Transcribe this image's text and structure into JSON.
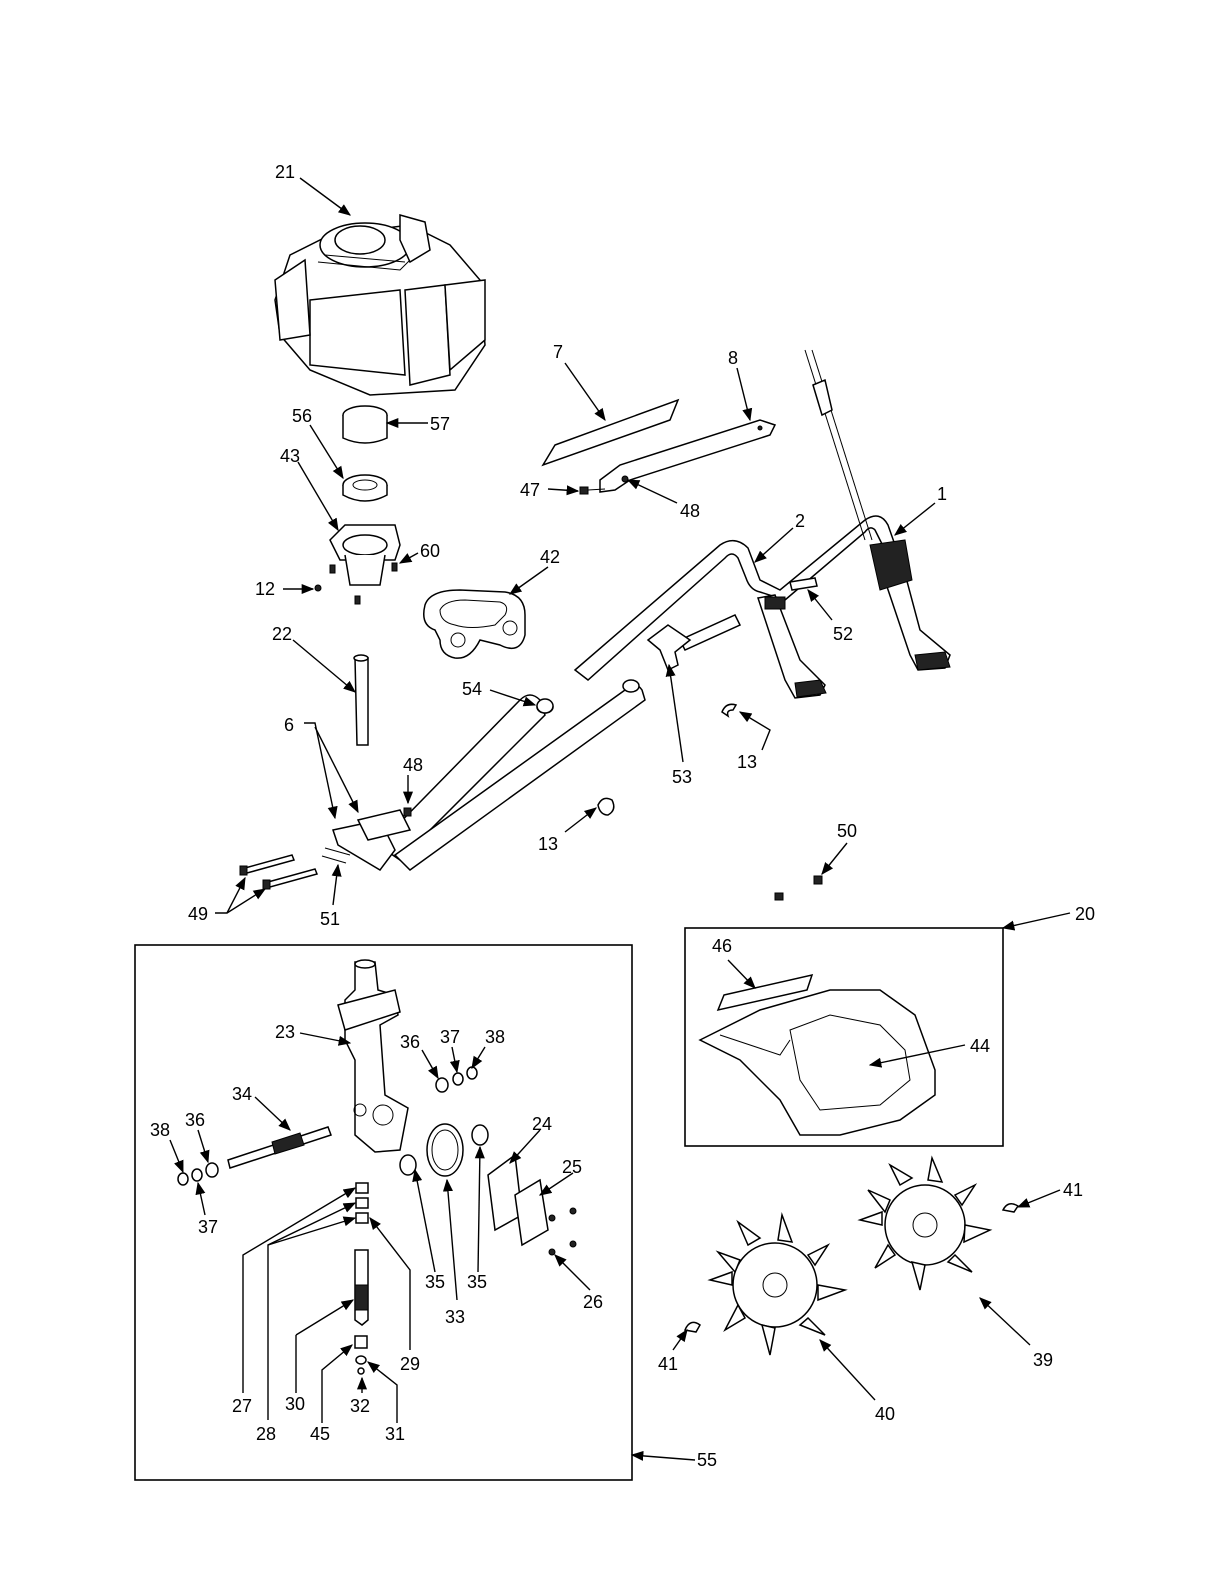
{
  "callouts": {
    "c1": "1",
    "c2": "2",
    "c6": "6",
    "c7": "7",
    "c8": "8",
    "c12": "12",
    "c13a": "13",
    "c13b": "13",
    "c20": "20",
    "c21": "21",
    "c22": "22",
    "c23": "23",
    "c24": "24",
    "c25": "25",
    "c26": "26",
    "c27": "27",
    "c28": "28",
    "c29": "29",
    "c30": "30",
    "c31": "31",
    "c32": "32",
    "c33": "33",
    "c34": "34",
    "c35a": "35",
    "c35b": "35",
    "c36a": "36",
    "c36b": "36",
    "c37a": "37",
    "c37b": "37",
    "c38a": "38",
    "c38b": "38",
    "c39": "39",
    "c40": "40",
    "c41a": "41",
    "c41b": "41",
    "c42": "42",
    "c43": "43",
    "c44": "44",
    "c45": "45",
    "c46": "46",
    "c47": "47",
    "c48a": "48",
    "c48b": "48",
    "c49": "49",
    "c50": "50",
    "c51": "51",
    "c52": "52",
    "c53": "53",
    "c54": "54",
    "c55": "55",
    "c56": "56",
    "c57": "57",
    "c60": "60"
  }
}
